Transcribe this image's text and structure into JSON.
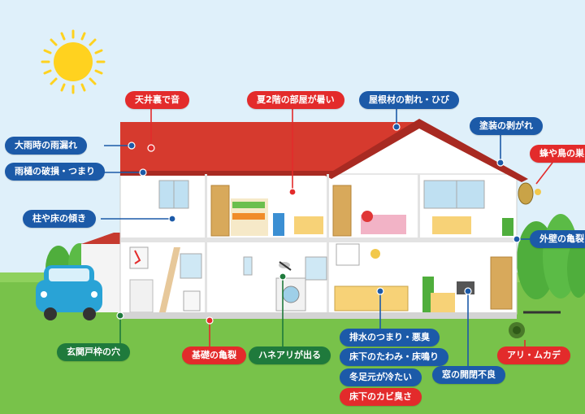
{
  "colors": {
    "problem_blue": "#1c5aa8",
    "problem_red": "#e32b2b",
    "problem_green": "#1f7a3c",
    "roof": "#d63a2e",
    "sky": "#dff0fa",
    "grass": "#78c24a",
    "sun": "#ffd21f"
  },
  "labels": {
    "ceiling_noise": "天井裏で音",
    "summer_heat": "夏2階の部屋が暑い",
    "roof_crack": "屋根材の割れ・ひび",
    "paint_peel": "塗装の剥がれ",
    "heavy_rain_leak": "大雨時の雨漏れ",
    "gutter_damage": "雨樋の破損・つまり",
    "bee_bird_nest": "蜂や鳥の巣",
    "pillar_tilt": "柱や床の傾き",
    "outer_wall_crack": "外壁の亀裂",
    "entrance_frame_hole": "玄関戸枠の穴",
    "foundation_crack": "基礎の亀裂",
    "flying_ants": "ハネアリが出る",
    "drain_clog_odor": "排水のつまり・悪臭",
    "floor_sag": "床下のたわみ・床鳴り",
    "cold_feet_winter": "冬足元が冷たい",
    "underfloor_mold": "床下のカビ臭さ",
    "window_trouble": "窓の開閉不良",
    "ants_centipedes": "アリ・ムカデ"
  }
}
